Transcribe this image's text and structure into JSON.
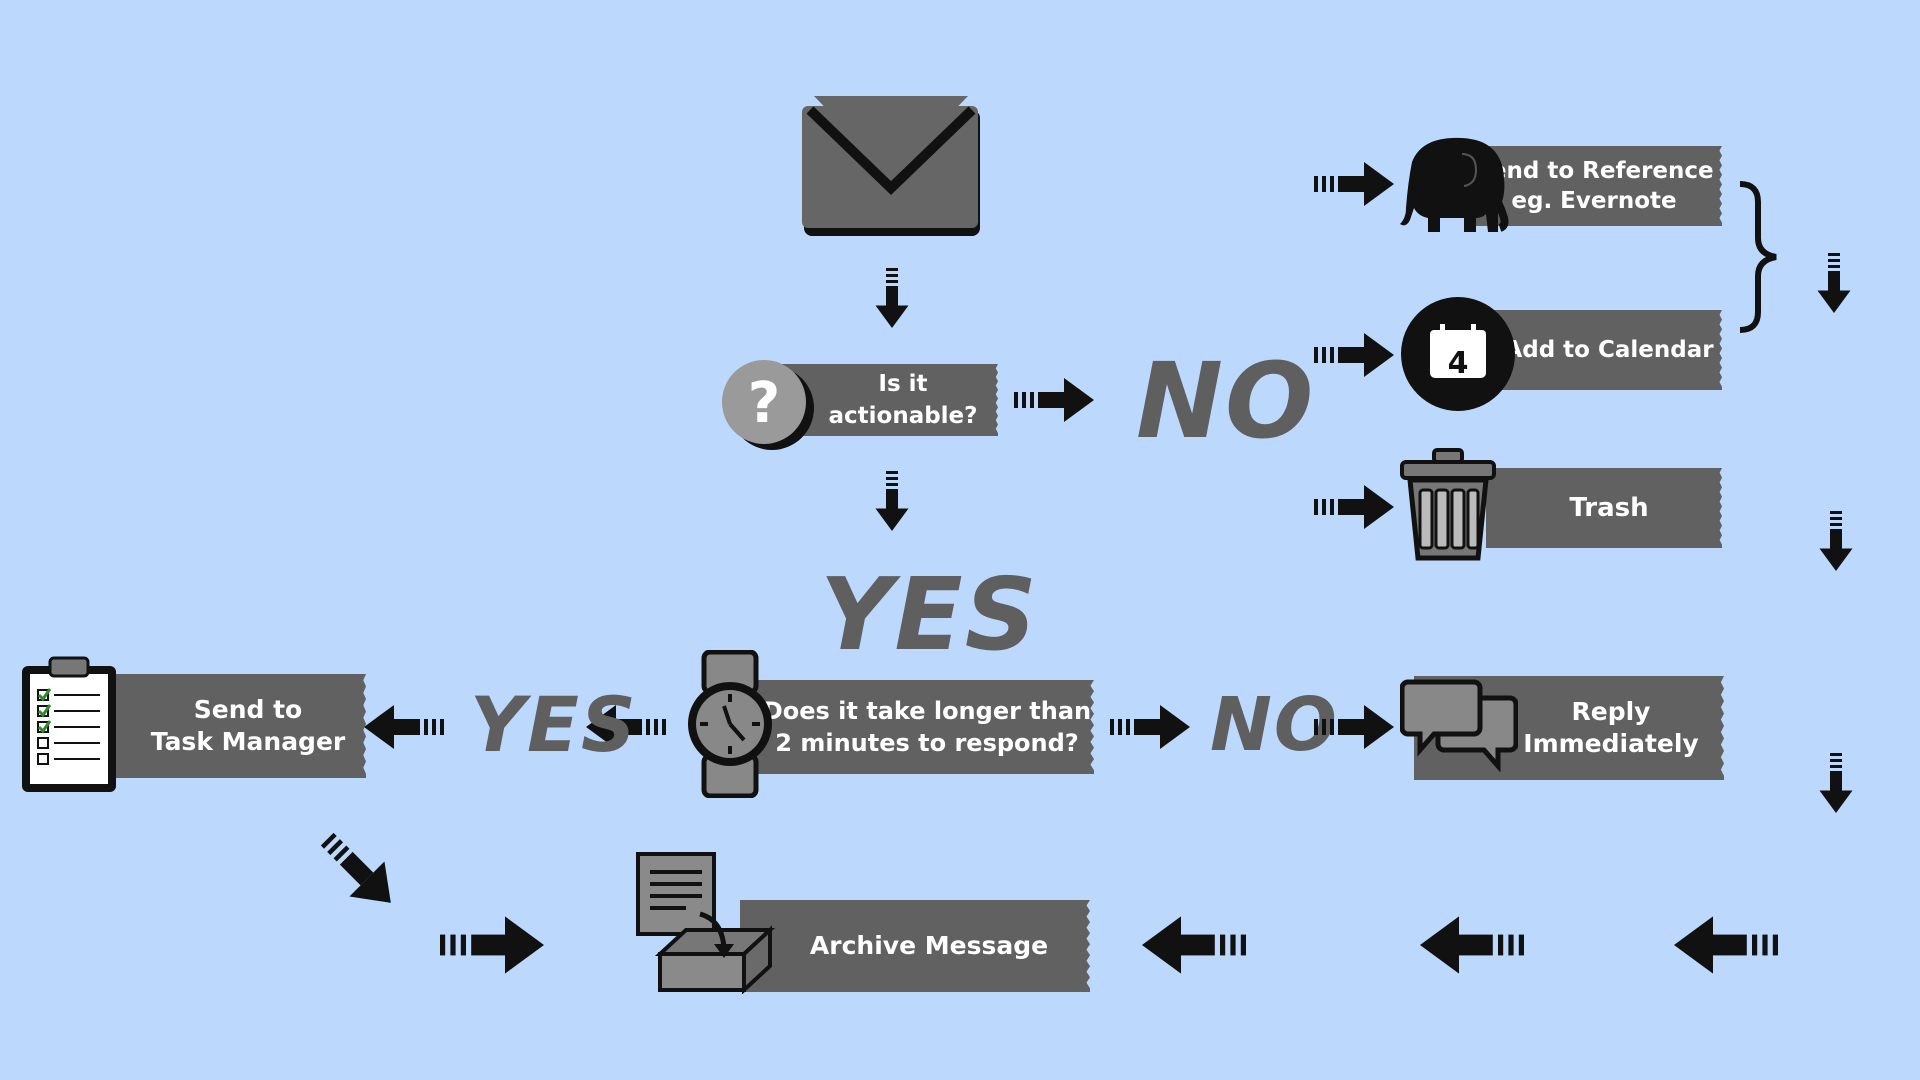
{
  "nodes": {
    "actionable": "Is it actionable?",
    "two_minutes_line1": "Does it take longer than",
    "two_minutes_line2": "2 minutes to respond?",
    "reference_line1": "Send to Reference",
    "reference_line2": "eg. Evernote",
    "calendar": "Add to Calendar",
    "trash": "Trash",
    "reply_line1": "Reply",
    "reply_line2": "Immediately",
    "task_line1": "Send to",
    "task_line2": "Task Manager",
    "archive": "Archive Message"
  },
  "labels": {
    "no_top": "NO",
    "yes_down": "YES",
    "yes_left": "YES",
    "no_right": "NO"
  },
  "calendar_day": "4",
  "colors": {
    "background": "#bcd9fd",
    "banner": "#616161",
    "label_text": "#5f5f5f",
    "icon_dark": "#111111"
  },
  "icons": [
    "envelope-icon",
    "question-icon",
    "elephant-icon",
    "calendar-icon",
    "trash-icon",
    "watch-icon",
    "clipboard-icon",
    "chat-bubbles-icon",
    "archive-box-icon"
  ]
}
